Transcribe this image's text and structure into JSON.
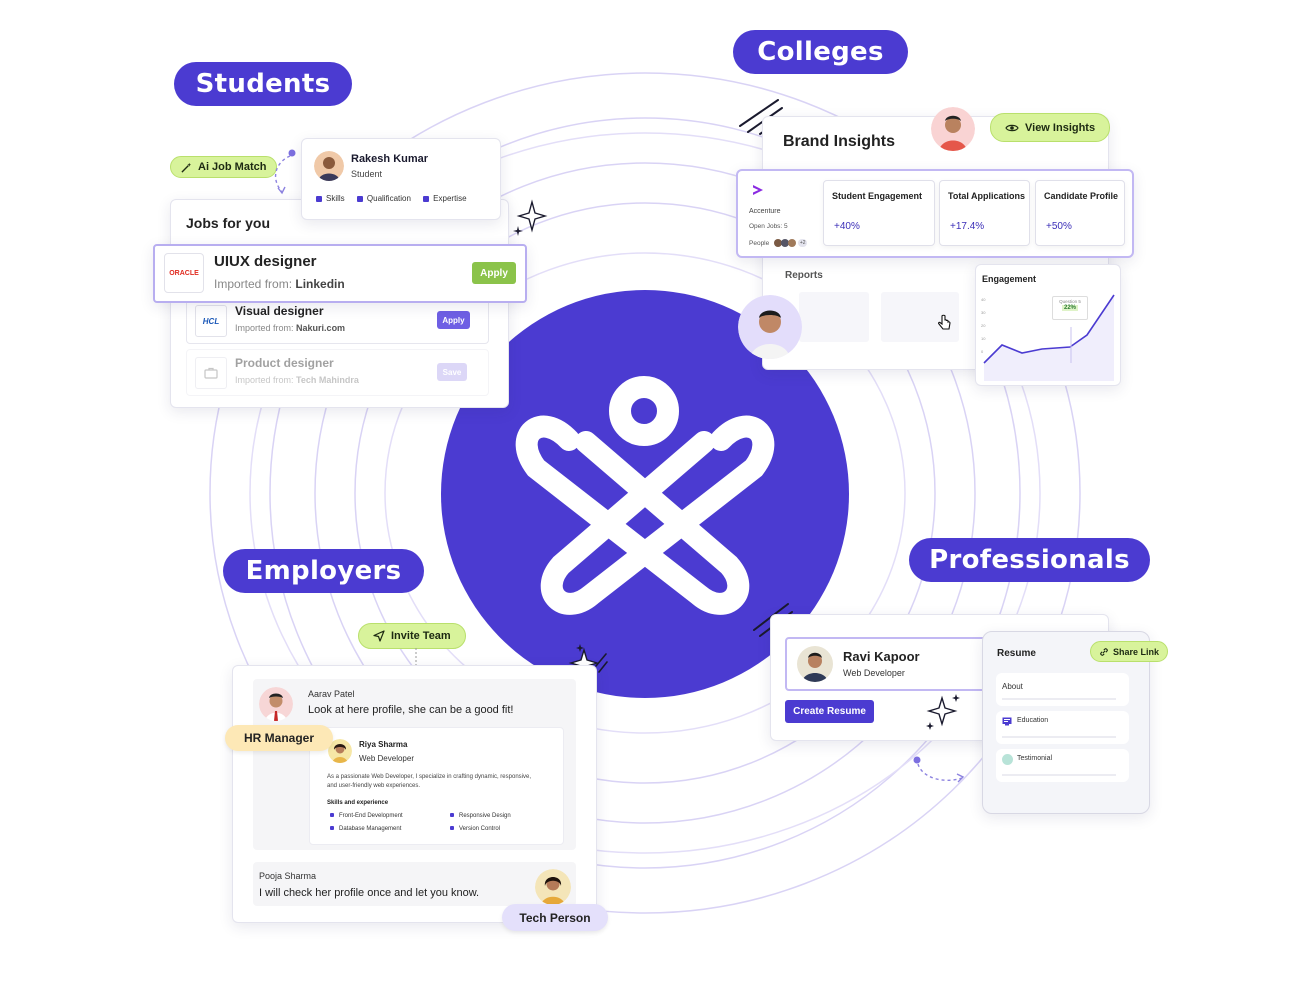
{
  "sections": {
    "students": "Students",
    "colleges": "Colleges",
    "employers": "Employers",
    "professionals": "Professionals"
  },
  "colors": {
    "brand": "#4b3bd1",
    "accent_green": "#8bc34a",
    "pill_green": "#d8f39b"
  },
  "students": {
    "ai_job_match": "Ai Job Match",
    "profile": {
      "name": "Rakesh Kumar",
      "role": "Student",
      "tags": [
        "Skills",
        "Qualification",
        "Expertise"
      ]
    },
    "jobs_title": "Jobs for you",
    "jobs": [
      {
        "title": "UIUX designer",
        "imported_label": "Imported from:",
        "source": "Linkedin",
        "action": "Apply",
        "company_logo": "ORACLE"
      },
      {
        "title": "Visual designer",
        "imported_label": "Imported from:",
        "source": "Nakuri.com",
        "action": "Apply",
        "company_logo": "HCL"
      },
      {
        "title": "Product designer",
        "imported_label": "Imported from:",
        "source": "Tech Mahindra",
        "action": "Save",
        "company_logo": "briefcase-icon"
      }
    ]
  },
  "colleges": {
    "view_insights": "View Insights",
    "brand_title": "Brand Insights",
    "company": {
      "name": "Accenture",
      "open_jobs": "Open Jobs: 5",
      "people_label": "People",
      "people_extra": "+2"
    },
    "stats": [
      {
        "title": "Student Engagement",
        "value": "+40%"
      },
      {
        "title": "Total Applications",
        "value": "+17.4%"
      },
      {
        "title": "Candidate Profile",
        "value": "+50%"
      }
    ],
    "reports_label": "Reports",
    "engagement": {
      "title": "Engagement",
      "tooltip_label": "Question 5",
      "tooltip_value": "22%",
      "y_ticks": [
        "40",
        "30",
        "20",
        "10",
        "0"
      ]
    }
  },
  "employers": {
    "invite_team": "Invite Team",
    "hr_tag": "HR Manager",
    "tech_tag": "Tech Person",
    "message1": {
      "name": "Aarav Patel",
      "text": "Look at here profile, she can be a good fit!"
    },
    "shared_profile": {
      "name": "Riya Sharma",
      "role": "Web Developer",
      "bio": "As a passionate Web Developer, I specialize in crafting dynamic, responsive, and user-friendly web experiences.",
      "skills_title": "Skills and experience",
      "skills": [
        "Front-End Development",
        "Responsive Design",
        "Database Management",
        "Version Control"
      ]
    },
    "message2": {
      "name": "Pooja Sharma",
      "text": "I will check her profile once and let you know."
    }
  },
  "professionals": {
    "profile": {
      "name": "Ravi Kapoor",
      "role": "Web Developer"
    },
    "create_resume": "Create Resume",
    "resume": {
      "title": "Resume",
      "share_link": "Share Link",
      "sections": [
        "About",
        "Education",
        "Testimonial"
      ]
    }
  }
}
